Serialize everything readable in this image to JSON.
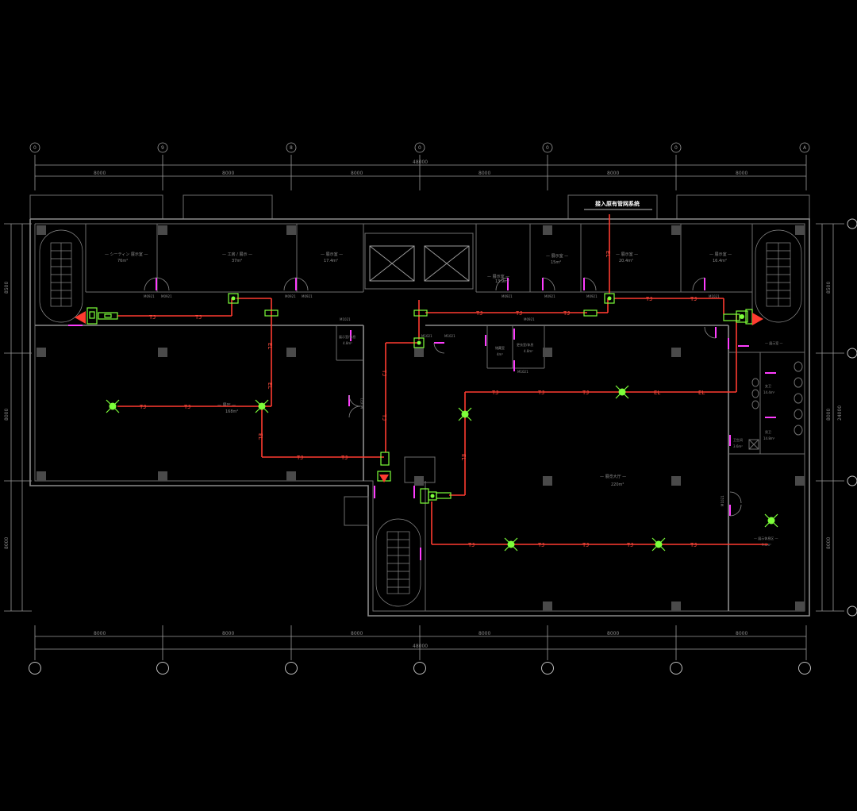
{
  "drawing": {
    "background": "#000000",
    "note_label": "接入原有管网系统",
    "total_dimension_top": "48000",
    "total_dimension_bottom": "48000",
    "right_total_dimension": "24000",
    "bay_dimensions_top": [
      "8000",
      "8000",
      "8000",
      "8000",
      "8000",
      "8000"
    ],
    "bay_dimensions_bottom": [
      "8000",
      "8000",
      "8000",
      "8000",
      "8000",
      "8000"
    ],
    "left_bay_dimensions": [
      "8500",
      "8000",
      "8000"
    ],
    "right_bay_dimensions": [
      "8500",
      "8000",
      "8000"
    ],
    "top_grid_labels": [
      "0",
      "9",
      "8",
      "0",
      "0",
      "0",
      "A"
    ],
    "wire_label": "TJ",
    "riser_label": "EL",
    "rooms": [
      {
        "id": "r1",
        "name": "— シーティン  展示室 —",
        "area": "76m²"
      },
      {
        "id": "r2",
        "name": "— 工房 / 展示 —",
        "area": "37m²"
      },
      {
        "id": "r3",
        "name": "— 展示室 —",
        "area": "17.4m²"
      },
      {
        "id": "r4",
        "name": "— 展示室 —",
        "area": "13.9m²"
      },
      {
        "id": "r5",
        "name": "— 展示室 —",
        "area": "15m²"
      },
      {
        "id": "r6",
        "name": "— 展示室 —",
        "area": "20.4m²"
      },
      {
        "id": "r7",
        "name": "— 展示室 —",
        "area": "16.4m²"
      },
      {
        "id": "r8",
        "name": "展示室/休息",
        "area": "4.8m²"
      },
      {
        "id": "r9",
        "name": "储藏室",
        "area": "4m²"
      },
      {
        "id": "r10",
        "name": "更衣室/休息",
        "area": "4.8m²"
      },
      {
        "id": "r11",
        "name": "— 展厅 —",
        "area": "168m²"
      },
      {
        "id": "r12",
        "name": "— 展览大厅 —",
        "area": "220m²"
      },
      {
        "id": "r13",
        "name": "— 展示室 —",
        "area": ""
      },
      {
        "id": "r14",
        "name": "女卫",
        "area": "14.4m²"
      },
      {
        "id": "r15",
        "name": "男卫",
        "area": "14.8m²"
      },
      {
        "id": "r16",
        "name": "卫生间",
        "area": "3.6m²"
      },
      {
        "id": "r17",
        "name": "— 展示休息区 —",
        "area": "9.6m²"
      }
    ],
    "door_tags": [
      "M0921",
      "M0921",
      "M0921",
      "M0921",
      "M0921",
      "M0921",
      "M0921",
      "M1021",
      "M1021",
      "M1021",
      "M0921",
      "M1021",
      "M1021",
      "M1021",
      "M1021"
    ],
    "colors": {
      "wall": "#8c8c8c",
      "wire": "#ff3b30",
      "device": "#7dff3a",
      "door": "#ff3dff",
      "text": "#8c8c8c"
    },
    "icons": [
      "fire-alarm-device-icon",
      "junction-box-icon",
      "arrow-icon",
      "staircase-icon",
      "elevator-shaft-icon",
      "toilet-icon"
    ]
  }
}
